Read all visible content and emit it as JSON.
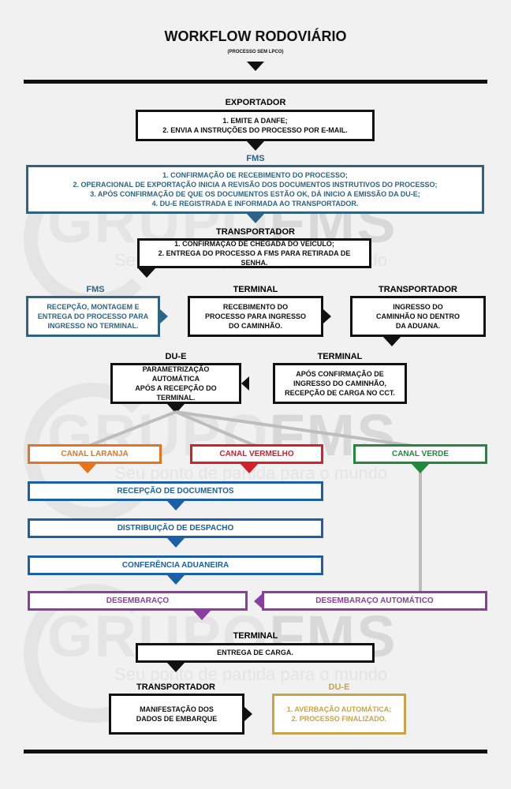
{
  "header": {
    "title": "WORKFLOW RODOVIÁRIO",
    "subtitle": "(PROCESSO SEM LPCO)"
  },
  "watermark": {
    "text_a": "GRUPO",
    "text_b": "FMS",
    "tagline": "Seu ponto de partida para o mundo"
  },
  "step1": {
    "label": "EXPORTADOR",
    "lines": [
      "1. EMITE A DANFE;",
      "2. ENVIA A INSTRUÇÕES DO PROCESSO POR E-MAIL."
    ]
  },
  "step2": {
    "label": "FMS",
    "lines": [
      "1. CONFIRMAÇÃO DE RECEBIMENTO DO PROCESSO;",
      "2. OPERACIONAL DE EXPORTAÇÃO INICIA A REVISÃO DOS DOCUMENTOS INSTRUTIVOS DO PROCESSO;",
      "3. APÓS CONFIRMAÇÃO DE QUE OS DOCUMENTOS ESTÃO OK, DÁ INICIO A EMISSÃO DA DU-E;",
      "4. DU-E REGISTRADA E INFORMADA AO TRANSPORTADOR."
    ]
  },
  "step3": {
    "label": "TRANSPORTADOR",
    "lines": [
      "1. CONFIRMAÇÃO DE CHEGADA DO VEICULO;",
      "2. ENTREGA DO PROCESSO A FMS PARA RETIRADA DE SENHA."
    ]
  },
  "row4": {
    "fms": {
      "label": "FMS",
      "lines": [
        "RECEPÇÃO, MONTAGEM E",
        "ENTREGA DO PROCESSO PARA",
        "INGRESSO NO TERMINAL."
      ]
    },
    "terminal": {
      "label": "TERMINAL",
      "lines": [
        "RECEBIMENTO DO",
        "PROCESSO PARA INGRESSO",
        "DO CAMINHÃO."
      ]
    },
    "transportador": {
      "label": "TRANSPORTADOR",
      "lines": [
        "INGRESSO DO",
        "CAMINHÃO NO DENTRO",
        "DA ADUANA."
      ]
    }
  },
  "row5": {
    "due": {
      "label": "DU-E",
      "lines": [
        "PARAMETRIZAÇÃO AUTOMÁTICA",
        "APÓS A RECEPÇÃO DO",
        "TERMINAL."
      ]
    },
    "terminal": {
      "label": "TERMINAL",
      "lines": [
        "APÓS CONFIRMAÇÃO DE",
        "INGRESSO DO CAMINHÃO,",
        "RECEPÇÃO DE CARGA NO CCT."
      ]
    }
  },
  "channels": {
    "laranja": {
      "label": "CANAL LARANJA",
      "color": "#e8731f"
    },
    "vermelho": {
      "label": "CANAL VERMELHO",
      "color": "#d3202a"
    },
    "verde": {
      "label": "CANAL VERDE",
      "color": "#1f8a3c"
    }
  },
  "stages": {
    "recepcao": "RECEPÇÃO DE DOCUMENTOS",
    "distribuicao": "DISTRIBUIÇÃO DE DESPACHO",
    "conferencia": "CONFERÊNCIA ADUANEIRA",
    "desembaraco": "DESEMBARAÇO",
    "desembaraco_auto": "DESEMBARAÇO AUTOMÁTICO"
  },
  "step_terminal_final": {
    "label": "TERMINAL",
    "text": "ENTREGA DE CARGA."
  },
  "final": {
    "transportador": {
      "label": "TRANSPORTADOR",
      "lines": [
        "MANIFESTAÇÃO DOS",
        "DADOS DE EMBARQUE"
      ]
    },
    "due": {
      "label": "DU-E",
      "lines": [
        "1. AVERBAÇÃO AUTOMÁTICA;",
        "2. PROCESSO FINALIZADO."
      ]
    }
  },
  "colors": {
    "fms_blue": "#2d6385",
    "stage_blue": "#1b5fa7",
    "purple": "#8a3ea0",
    "gold": "#c9a24a",
    "black": "#111111"
  }
}
